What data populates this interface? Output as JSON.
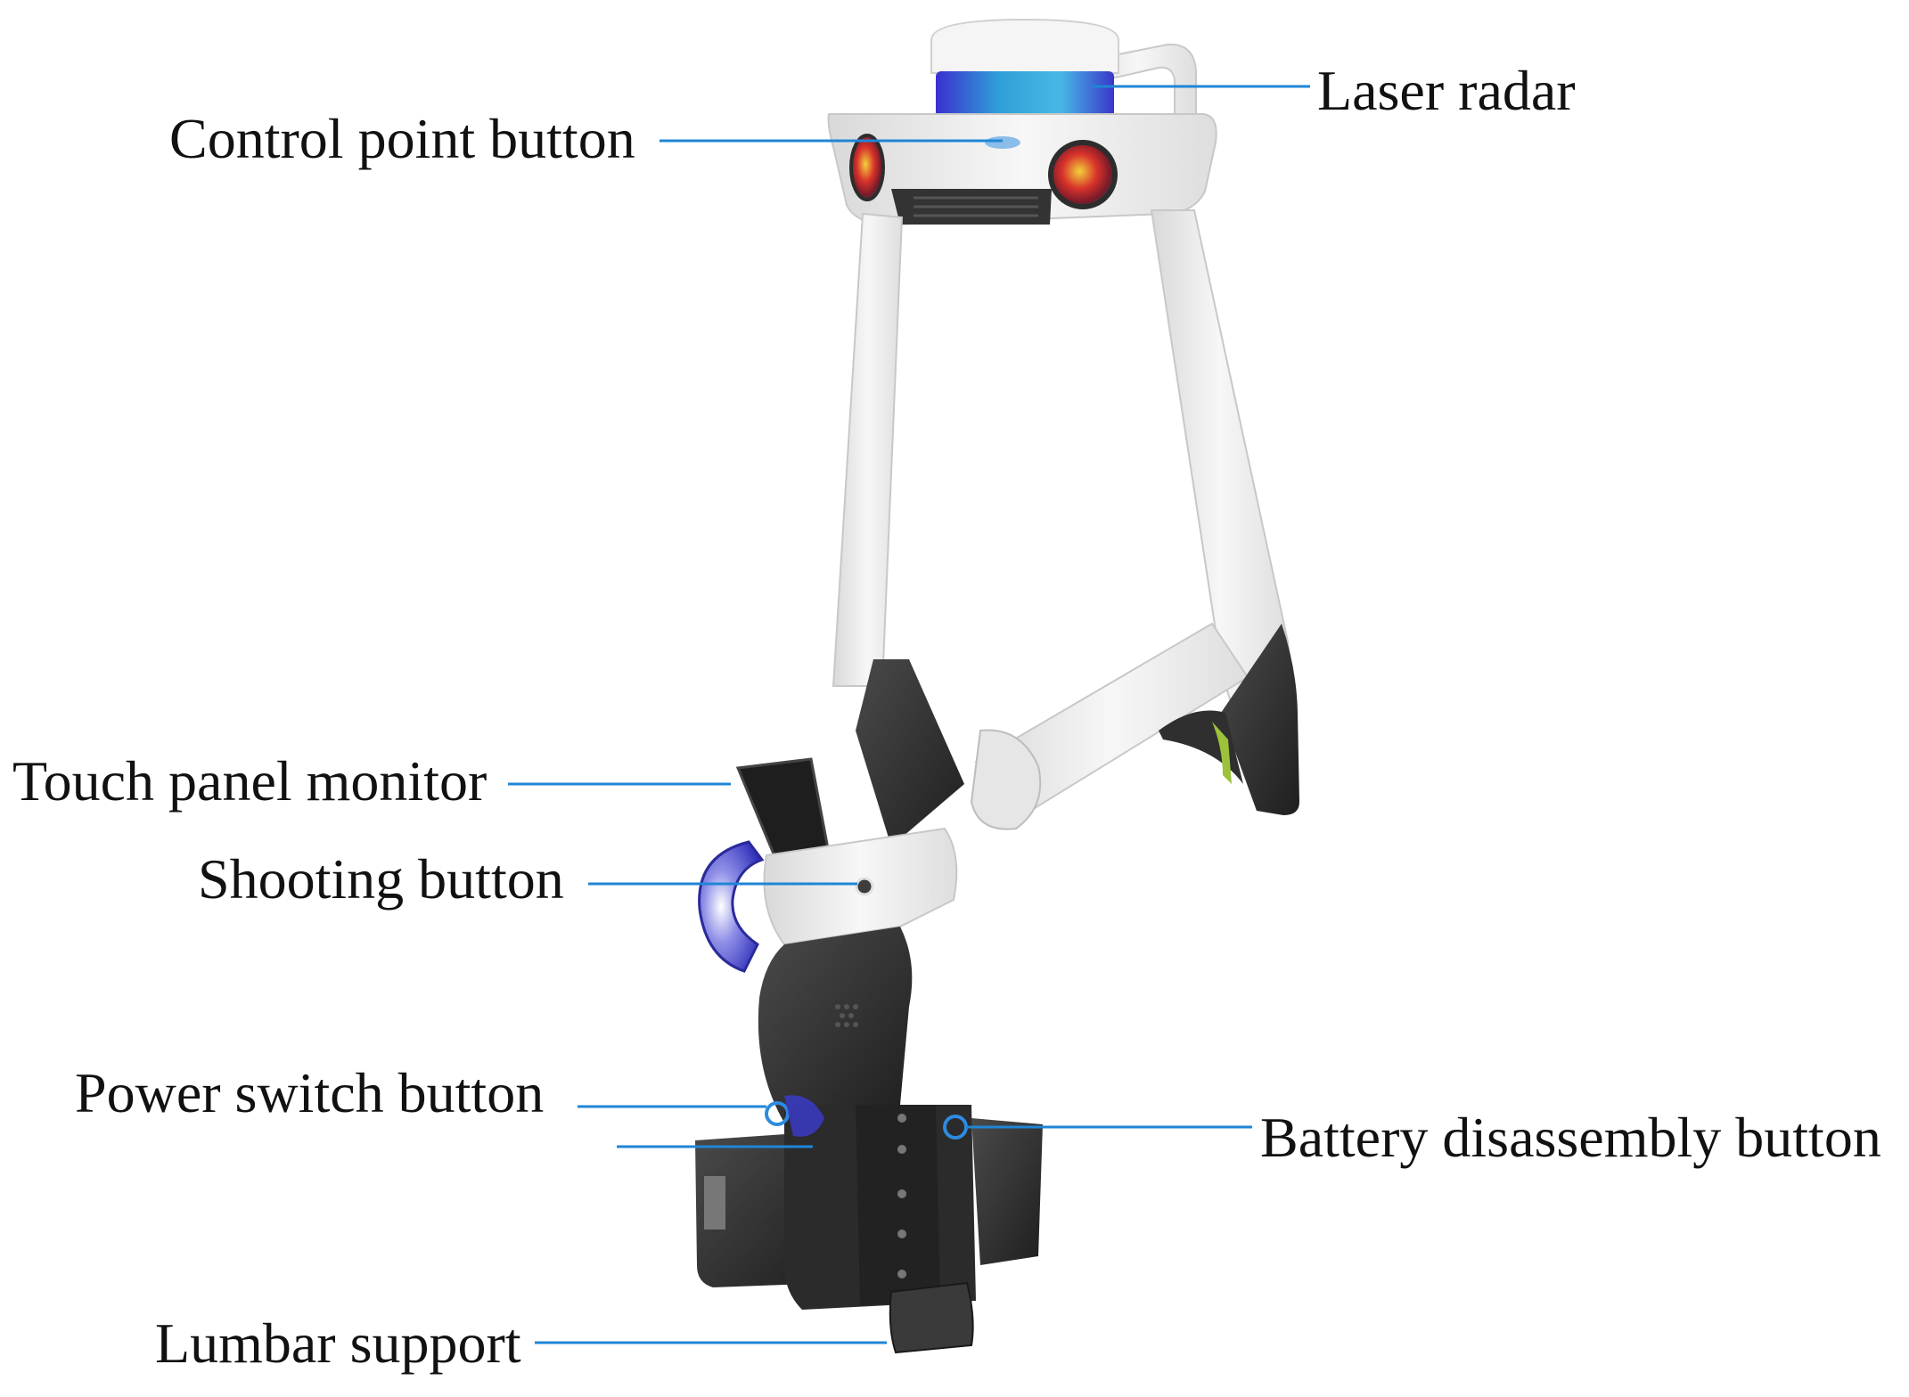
{
  "labels": {
    "laser_radar": "Laser radar",
    "control_point_button": "Control point button",
    "touch_panel_monitor": "Touch panel monitor",
    "shooting_button": "Shooting button",
    "power_switch_button": "Power switch button",
    "battery_disassembly_button": "Battery disassembly button",
    "lumbar_support": "Lumbar support"
  },
  "colors": {
    "leader_line": "#1f86d6",
    "frame_white": "#f2f2f2",
    "frame_shadow": "#cfcfcf",
    "dark_plastic": "#3b3b3b",
    "lidar_blue": "#2e9ad8",
    "lidar_violet": "#4a3fd0"
  }
}
